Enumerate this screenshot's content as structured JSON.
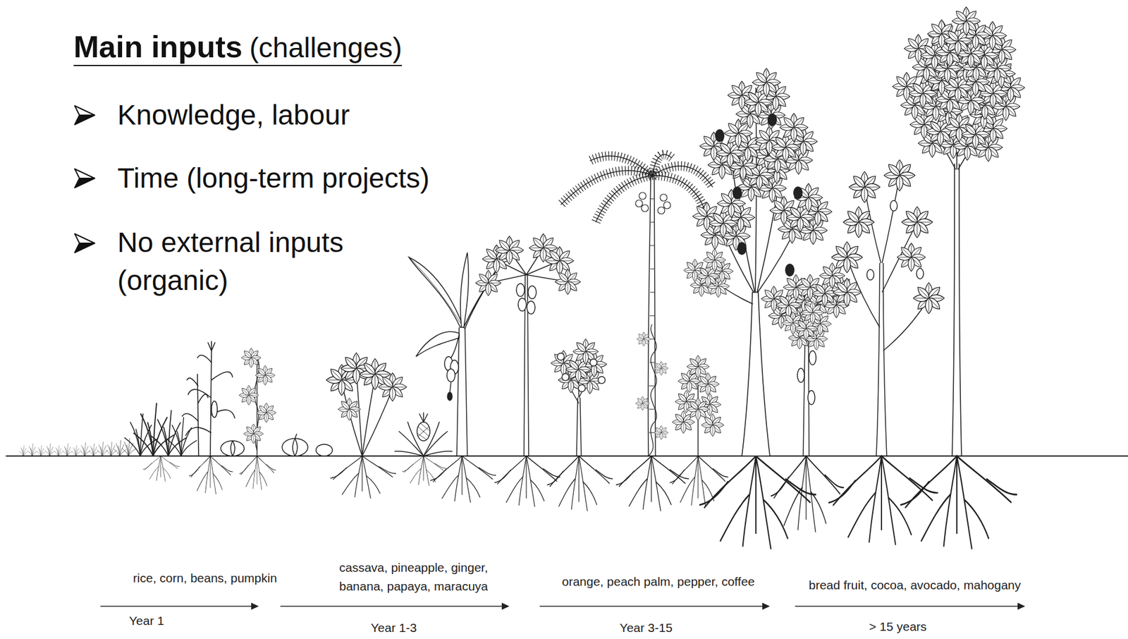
{
  "diagram": {
    "title": "Main inputs",
    "labels": [
      "(challenges)",
      "Knowledge, labour",
      "Time (long-term projects)",
      "No external inputs (organic)",
      "rice, corn, beans, pumpkin",
      "Year 1",
      "cassava, pineapple, ginger, banana, papaya, maracuya",
      "Year 1-3",
      "orange, peach palm, pepper, coffee",
      "Year 3-15",
      "bread fruit, cocoa, avocado, mahogany",
      "> 15 years"
    ]
  }
}
